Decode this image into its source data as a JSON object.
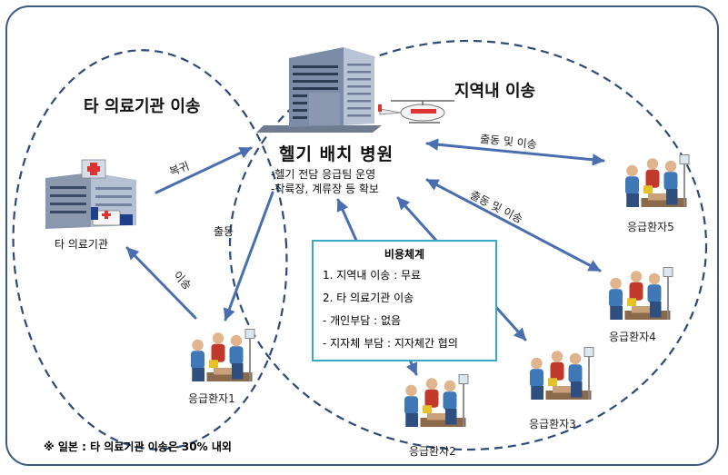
{
  "regions": {
    "other_institution": "타 의료기관 이송",
    "local_transfer": "지역내 이송"
  },
  "hospital": {
    "title": "헬기 배치 병원",
    "notes": [
      "-헬기 전담 응급팀 운영",
      "-착륙장, 계류장 등 확보"
    ]
  },
  "other_hospital_label": "타 의료기관",
  "edge_labels": {
    "return": "복귀",
    "dispatch": "출동",
    "transfer": "이송",
    "dispatch_transfer_1": "출동 및 이송",
    "dispatch_transfer_2": "출동 및 이송"
  },
  "patients": [
    "응급환자1",
    "응급환자2",
    "응급환자3",
    "응급환자4",
    "응급환자5"
  ],
  "cost_system": {
    "title": "비용체계",
    "items": [
      "1.  지역내 이송 : 무료",
      "2.  타 의료기관 이송",
      " - 개인부담 : 없음",
      " - 지자체 부담 : 지자체간 협의"
    ]
  },
  "footnote": "※ 일본 : 타 의료기관 이송은 30% 내외",
  "colors": {
    "frame": "#3d5a80",
    "dashed": "#2e4a78",
    "arrow": "#4a6fb0",
    "box_border": "#39a9c9"
  },
  "icons": [
    "hospital-building-icon",
    "helicopter-icon",
    "clinic-building-icon",
    "paramedic-team-icon"
  ]
}
